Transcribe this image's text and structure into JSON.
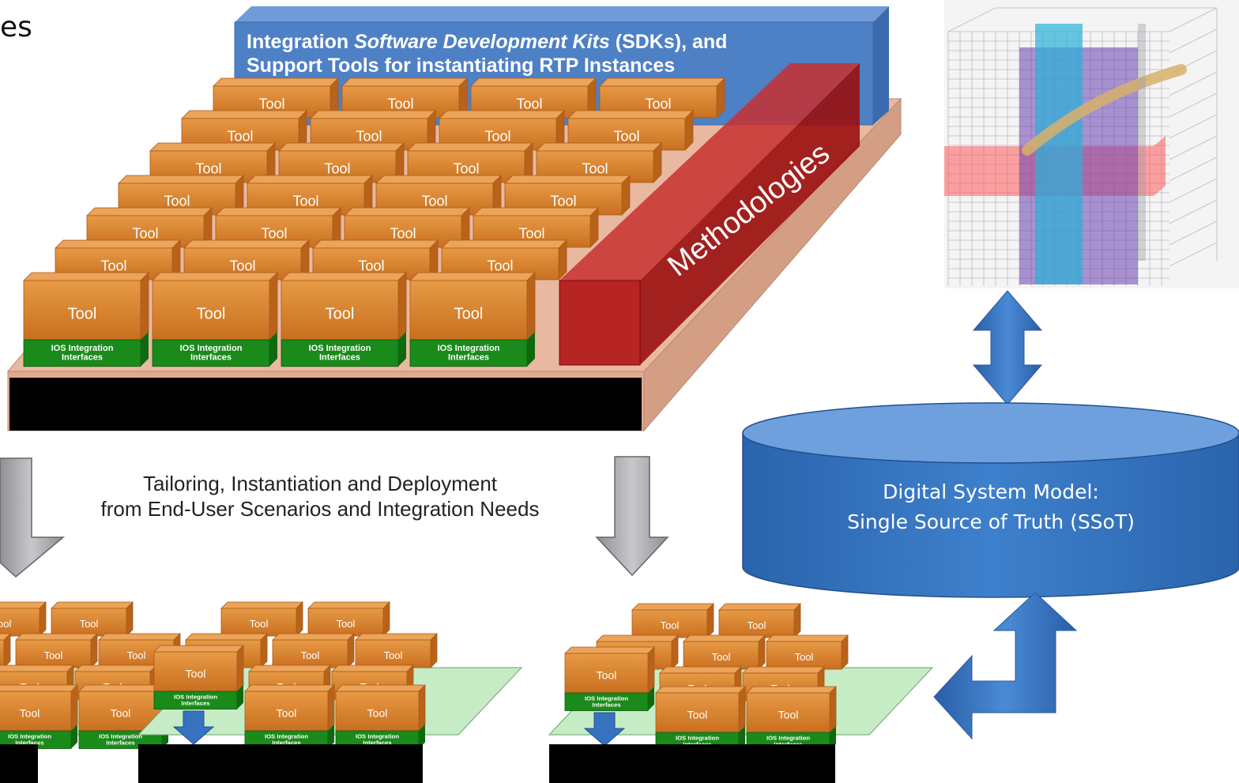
{
  "title_fragment": "es",
  "sdk": {
    "line1_prefix": "Integration ",
    "line1_italic": "Software Development Kits",
    "line1_suffix": " (SDKs), and",
    "line2": "Support Tools for instantiating RTP Instances"
  },
  "tool_label": "Tool",
  "ios_label_line1": "IOS Integration",
  "ios_label_line2": "Interfaces",
  "methodologies_label": "Methodologies",
  "tailoring": {
    "line1": "Tailoring, Instantiation and Deployment",
    "line2": "from End-User Scenarios and Integration Needs"
  },
  "database": {
    "line1": "Digital System Model:",
    "line2": "Single Source of Truth (SSoT)"
  },
  "colors": {
    "tool_orange": "#d9822b",
    "ios_green": "#1a8a1a",
    "sdk_blue": "#4e80c6",
    "methodology_red": "#b01515",
    "platform": "#e8b9a0",
    "green_platform": "#c6ecc6",
    "db_blue": "#2e6bb5",
    "arrow_blue": "#3672bf",
    "arrow_gray": "#a9a9ae"
  }
}
